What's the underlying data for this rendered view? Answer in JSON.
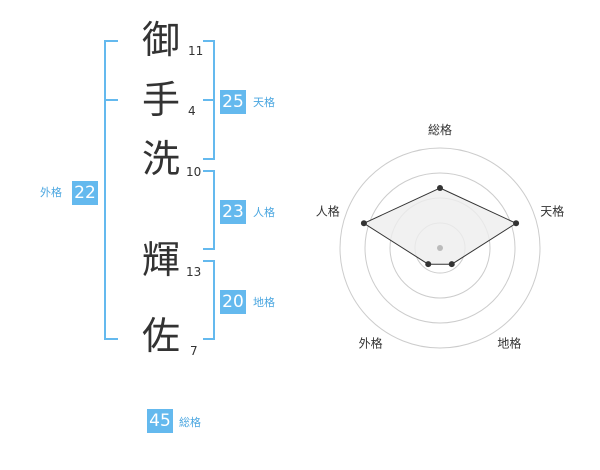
{
  "name": {
    "characters": [
      {
        "char": "御",
        "strokes": "11"
      },
      {
        "char": "手",
        "strokes": "4"
      },
      {
        "char": "洗",
        "strokes": "10"
      },
      {
        "char": "輝",
        "strokes": "13"
      },
      {
        "char": "佐",
        "strokes": "7"
      }
    ]
  },
  "kaku": {
    "gaikaku": {
      "value": "22",
      "label": "外格"
    },
    "tenkaku": {
      "value": "25",
      "label": "天格"
    },
    "jinkaku": {
      "value": "23",
      "label": "人格"
    },
    "chikaku": {
      "value": "20",
      "label": "地格"
    },
    "soukaku": {
      "value": "45",
      "label": "総格"
    }
  },
  "chart_data": {
    "type": "radar",
    "axes": [
      "総格",
      "天格",
      "地格",
      "外格",
      "人格"
    ],
    "rings": 4,
    "values": [
      3,
      4,
      1,
      1,
      4
    ],
    "max": 5,
    "colors": {
      "ring": "#cccccc",
      "fill": "#eeeeee",
      "line": "#333333",
      "center": "#bbbbbb"
    }
  }
}
